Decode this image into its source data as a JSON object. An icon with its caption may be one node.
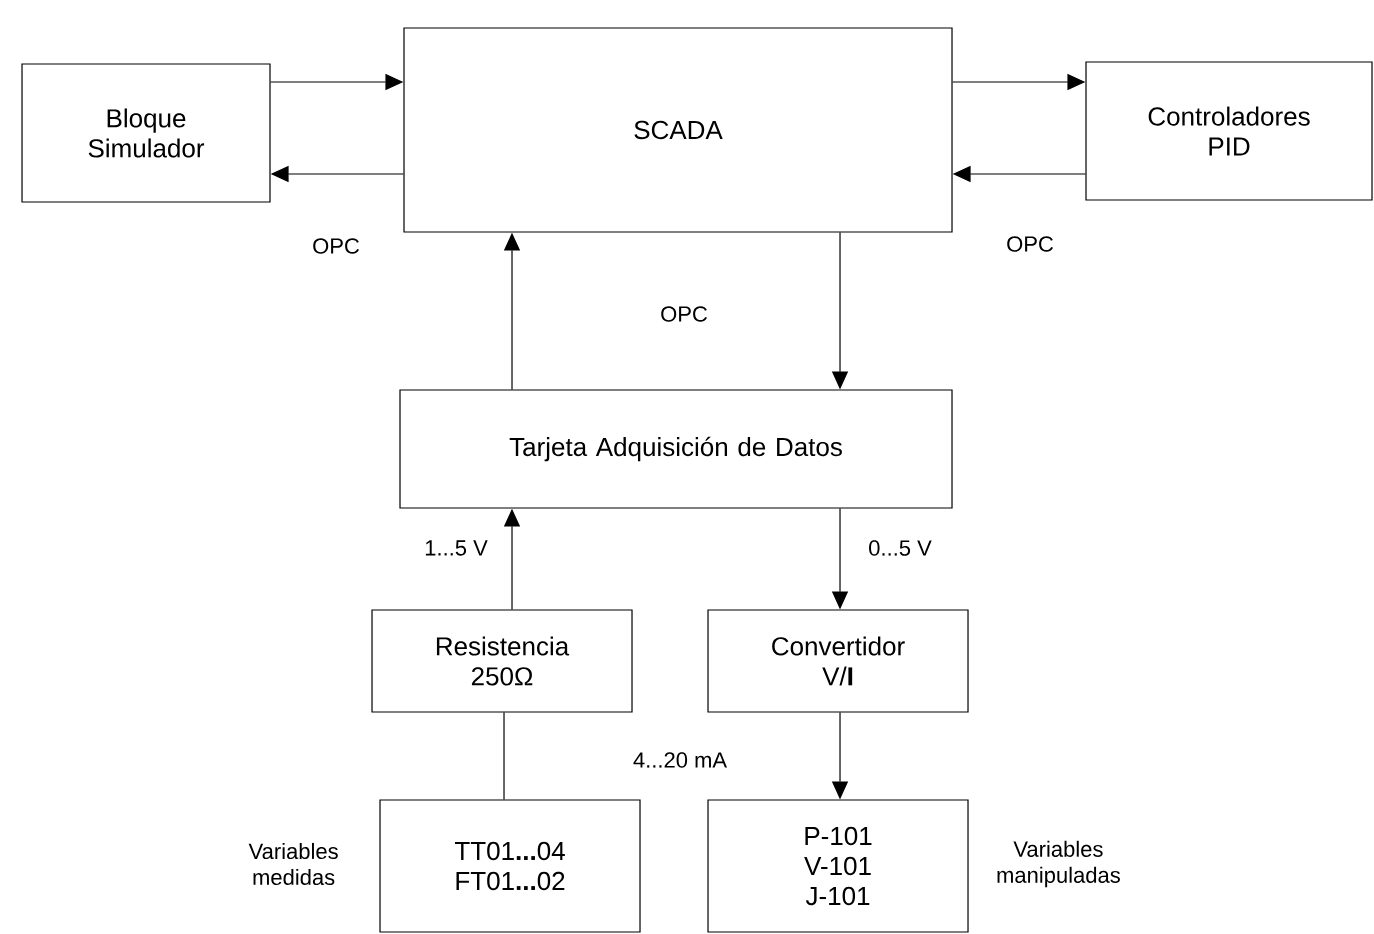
{
  "diagram": {
    "nodes": [
      {
        "text": [
          "Bloque Simulador"
        ]
      },
      {
        "text": [
          "SCADA"
        ]
      },
      {
        "text": [
          "Controladores PID"
        ]
      },
      {
        "text": [
          "Tarjeta Adquisición de Datos"
        ]
      },
      {
        "text": [
          "Resistencia 250Ω"
        ]
      },
      {
        "text": [
          "Convertidor V/**I**"
        ]
      },
      {
        "text": [
          "TT01**...**04 FT01**...**02"
        ],
        "beside": [
          "Variables medidas"
        ]
      },
      {
        "text": [
          "P-101 V-101 J-101"
        ],
        "beside": [
          "Variables manipuladas"
        ]
      }
    ],
    "edges": [
      {
        "from": 0,
        "to": 1,
        "arrow": "to"
      },
      {
        "from": 1,
        "to": 0,
        "arrow": "to"
      },
      {
        "from": 1,
        "to": 2,
        "arrow": "to"
      },
      {
        "from": 2,
        "to": 1,
        "arrow": "to"
      },
      {
        "from": 3,
        "to": 1,
        "arrow": "to"
      },
      {
        "from": 1,
        "to": 3,
        "arrow": "to"
      },
      {
        "from": 4,
        "to": 3,
        "arrow": "to"
      },
      {
        "from": 3,
        "to": 5,
        "arrow": "to"
      },
      {
        "from": 6,
        "to": 4,
        "arrow": "none"
      },
      {
        "from": 5,
        "to": 7,
        "arrow": "to"
      }
    ],
    "labels": [
      "OPC",
      "OPC",
      "OPC",
      "1...5 V",
      "0...5 V",
      "4...20 mA"
    ]
  }
}
